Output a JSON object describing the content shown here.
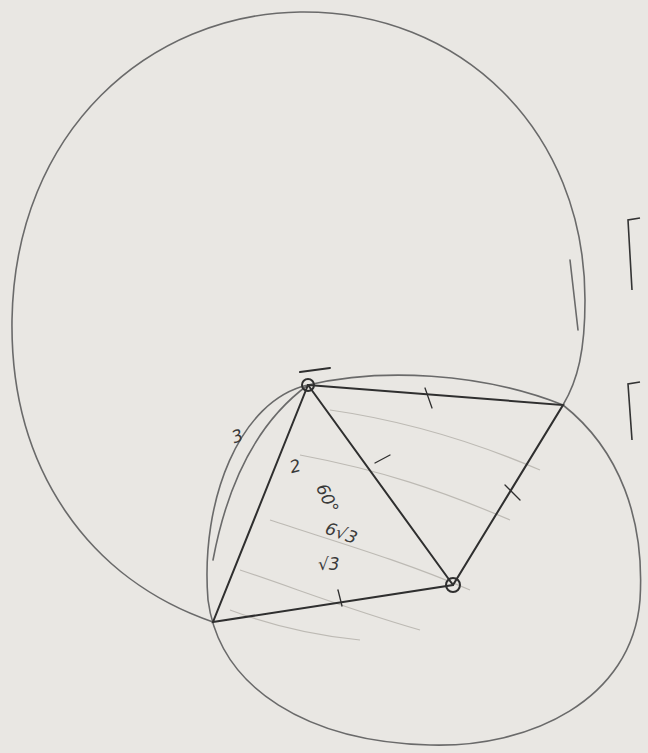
{
  "diagram": {
    "labels": [
      "3",
      "2",
      "60°",
      "6√3",
      "√3"
    ]
  }
}
